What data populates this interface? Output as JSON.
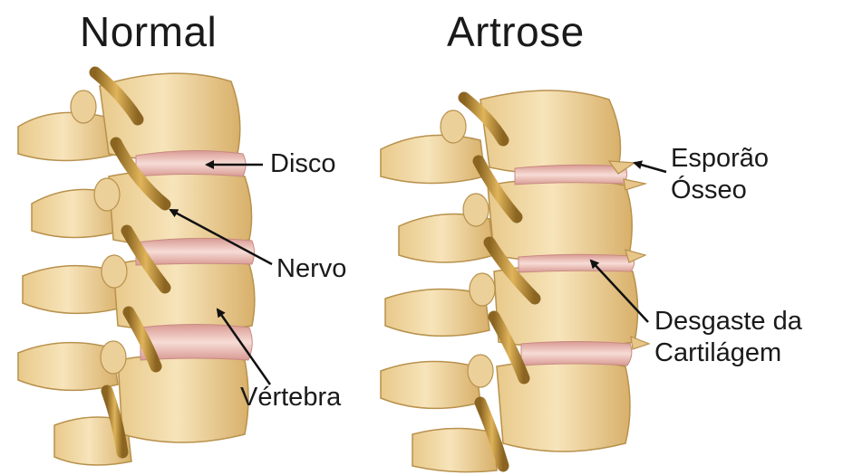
{
  "titles": {
    "normal": "Normal",
    "artrose": "Artrose"
  },
  "labels": {
    "disco": "Disco",
    "nervo": "Nervo",
    "vertebra": "Vértebra",
    "esporao_line1": "Esporão",
    "esporao_line2": "Ósseo",
    "desgaste_line1": "Desgaste da",
    "desgaste_line2": "Cartilágem"
  },
  "colors": {
    "bone": "#f2d9a4",
    "bone_shadow": "#d9b56f",
    "bone_dark": "#b8914c",
    "disc": "#f0c9c2",
    "disc_shadow": "#d89a92",
    "nerve": "#c99a3e",
    "nerve_dark": "#7a5a1e",
    "arrow": "#111111"
  }
}
